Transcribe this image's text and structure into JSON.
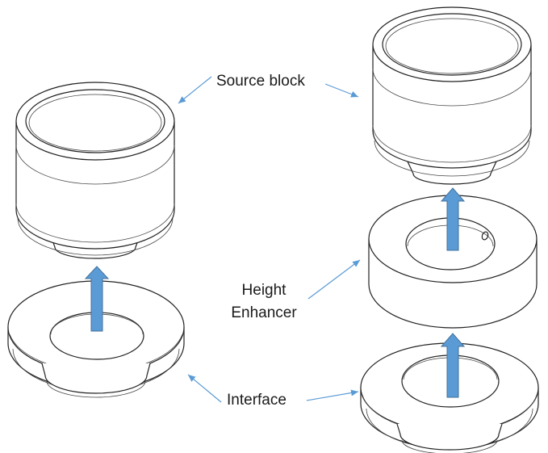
{
  "labels": {
    "source_block": "Source block",
    "height_enhancer_line1": "Height",
    "height_enhancer_line2": "Enhancer",
    "interface": "Interface"
  },
  "colors": {
    "arrow_fill": "#5b9bd5",
    "arrow_stroke": "#41719c",
    "pointer": "#5b9bd5",
    "outline": "#222222"
  }
}
